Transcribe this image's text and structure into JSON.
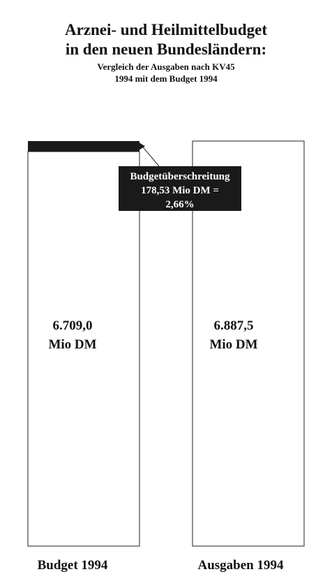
{
  "header": {
    "title_line1": "Arznei- und Heilmittelbudget",
    "title_line2": "in den neuen Bundesländern:",
    "subtitle_line1": "Vergleich der Ausgaben nach KV45",
    "subtitle_line2": "1994 mit dem Budget 1994"
  },
  "chart_data": {
    "type": "bar",
    "title": "Arznei- und Heilmittelbudget in den neuen Bundesländern:",
    "subtitle": "Vergleich der Ausgaben nach KV45 1994 mit dem Budget 1994",
    "categories": [
      "Budget 1994",
      "Ausgaben 1994"
    ],
    "values": [
      6709.0,
      6887.5
    ],
    "unit": "Mio DM",
    "data_labels": [
      [
        "6.709,0",
        "Mio DM"
      ],
      [
        "6.887,5",
        "Mio DM"
      ]
    ],
    "ylim": [
      0,
      6887.5
    ],
    "grid": false,
    "annotation": {
      "lines": [
        "Budgetüberschreitung",
        "178,53 Mio DM =",
        "2,66%"
      ],
      "value": 178.53,
      "percent": 2.66
    },
    "colors": {
      "bar_stroke": "#222222",
      "overrun_fill": "#1a1a1a",
      "annotation_fill": "#1a1a1a",
      "annotation_text": "#ffffff"
    }
  }
}
